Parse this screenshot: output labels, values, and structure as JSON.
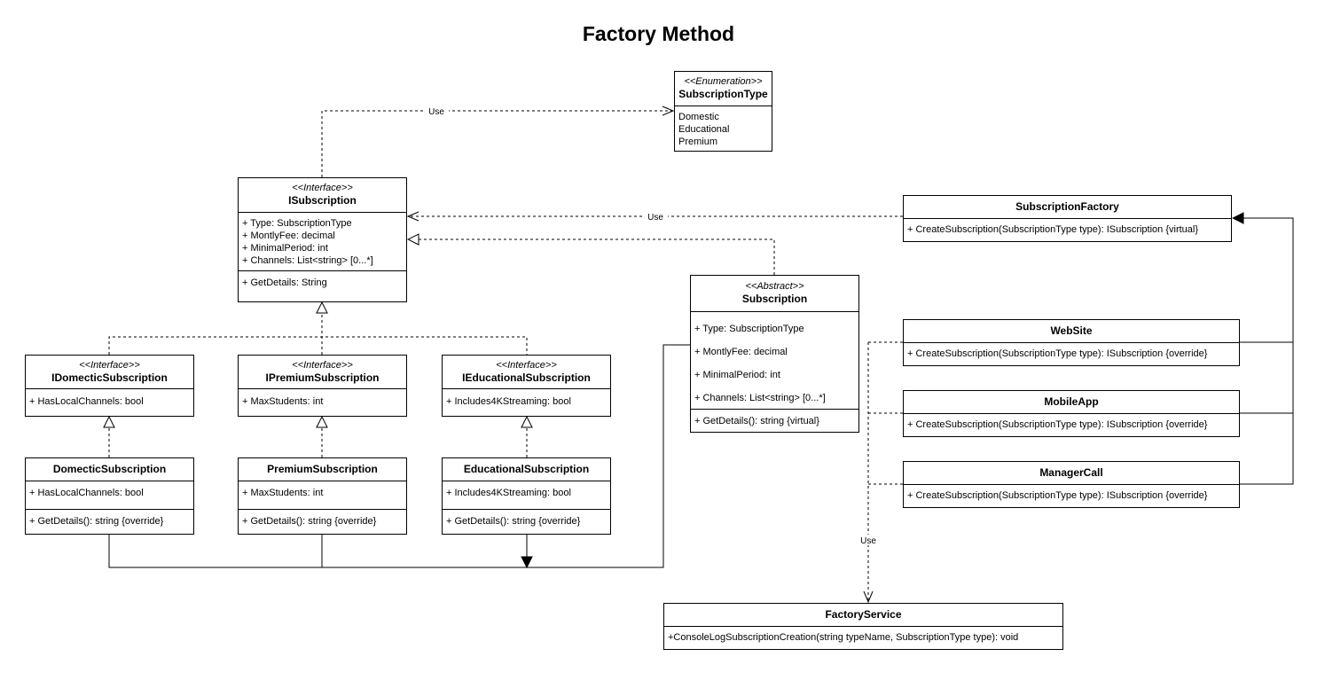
{
  "title": "Factory Method",
  "edge_labels": {
    "enum_use": "Use",
    "factory_use": "Use",
    "service_use": "Use"
  },
  "classes": {
    "subscription_type": {
      "stereotype": "<<Enumeration>>",
      "name": "SubscriptionType",
      "values": [
        "Domestic",
        "Educational",
        "Premium"
      ]
    },
    "isubscription": {
      "stereotype": "<<Interface>>",
      "name": "ISubscription",
      "attributes": [
        "+ Type: SubscriptionType",
        "+ MontlyFee: decimal",
        "+ MinimalPeriod: int",
        "+ Channels: List<string> [0...*]"
      ],
      "methods": [
        "+ GetDetails: String"
      ]
    },
    "subscription_factory": {
      "name": "SubscriptionFactory",
      "methods": [
        "+ CreateSubscription(SubscriptionType type): ISubscription {virtual}"
      ]
    },
    "subscription": {
      "stereotype": "<<Abstract>>",
      "name": "Subscription",
      "attributes": [
        "+ Type: SubscriptionType",
        "+ MontlyFee: decimal",
        "+ MinimalPeriod: int",
        "+ Channels: List<string> [0...*]"
      ],
      "methods": [
        "+ GetDetails(): string {virtual}"
      ]
    },
    "idomestic": {
      "stereotype": "<<Interface>>",
      "name": "IDomecticSubscription",
      "attributes": [
        "+ HasLocalChannels: bool"
      ]
    },
    "ipremium": {
      "stereotype": "<<Interface>>",
      "name": "IPremiumSubscription",
      "attributes": [
        "+ MaxStudents: int"
      ]
    },
    "ieducational": {
      "stereotype": "<<Interface>>",
      "name": "IEducationalSubscription",
      "attributes": [
        "+ Includes4KStreaming: bool"
      ]
    },
    "domestic": {
      "name": "DomecticSubscription",
      "attributes": [
        "+ HasLocalChannels: bool"
      ],
      "methods": [
        "+ GetDetails(): string {override}"
      ]
    },
    "premium": {
      "name": "PremiumSubscription",
      "attributes": [
        "+ MaxStudents: int"
      ],
      "methods": [
        "+ GetDetails(): string {override}"
      ]
    },
    "educational": {
      "name": "EducationalSubscription",
      "attributes": [
        "+ Includes4KStreaming: bool"
      ],
      "methods": [
        "+ GetDetails(): string {override}"
      ]
    },
    "website": {
      "name": "WebSite",
      "methods": [
        "+ CreateSubscription(SubscriptionType type): ISubscription {override}"
      ]
    },
    "mobileapp": {
      "name": "MobileApp",
      "methods": [
        "+ CreateSubscription(SubscriptionType type): ISubscription {override}"
      ]
    },
    "managercall": {
      "name": "ManagerCall",
      "methods": [
        "+ CreateSubscription(SubscriptionType type): ISubscription {override}"
      ]
    },
    "factory_service": {
      "name": "FactoryService",
      "methods": [
        "+ConsoleLogSubscriptionCreation(string typeName, SubscriptionType type): void"
      ]
    }
  }
}
